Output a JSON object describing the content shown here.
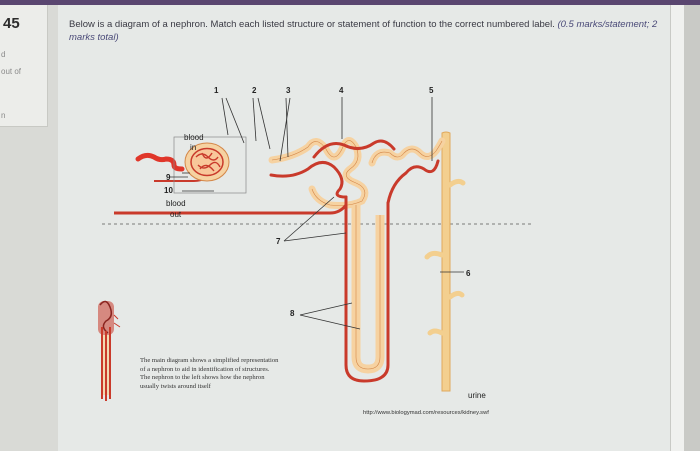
{
  "sidebar": {
    "question_number": "45",
    "grade_fragment": "d",
    "out_of": "out of",
    "flag_fragment": "n"
  },
  "question": {
    "text": "Below is a diagram of a nephron. Match each listed structure or statement of function to the correct numbered label.",
    "marks": "(0.5 marks/statement; 2 marks total)"
  },
  "diagram": {
    "labels": {
      "n1": "1",
      "n2": "2",
      "n3": "3",
      "n4": "4",
      "n5": "5",
      "n6": "6",
      "n7": "7",
      "n8": "8",
      "n9": "9",
      "n10": "10",
      "blood_in_1": "blood",
      "blood_in_2": "in",
      "blood_out_1": "blood",
      "blood_out_2": "out",
      "urine": "urine"
    },
    "caption": "The main diagram shows a simplified representation of a nephron to aid in identification of structures. The nephron to the left shows how the nephron usually twists around itself",
    "source": "http://www.biologymad.com/resources/kidney.swf",
    "colors": {
      "vessel_red": "#c93a2b",
      "tubule_fill": "#f6d2a1",
      "tubule_outline": "#d4884a",
      "duct_fill": "#f3cf8f",
      "panel_bg": "#e6e9e7"
    }
  }
}
